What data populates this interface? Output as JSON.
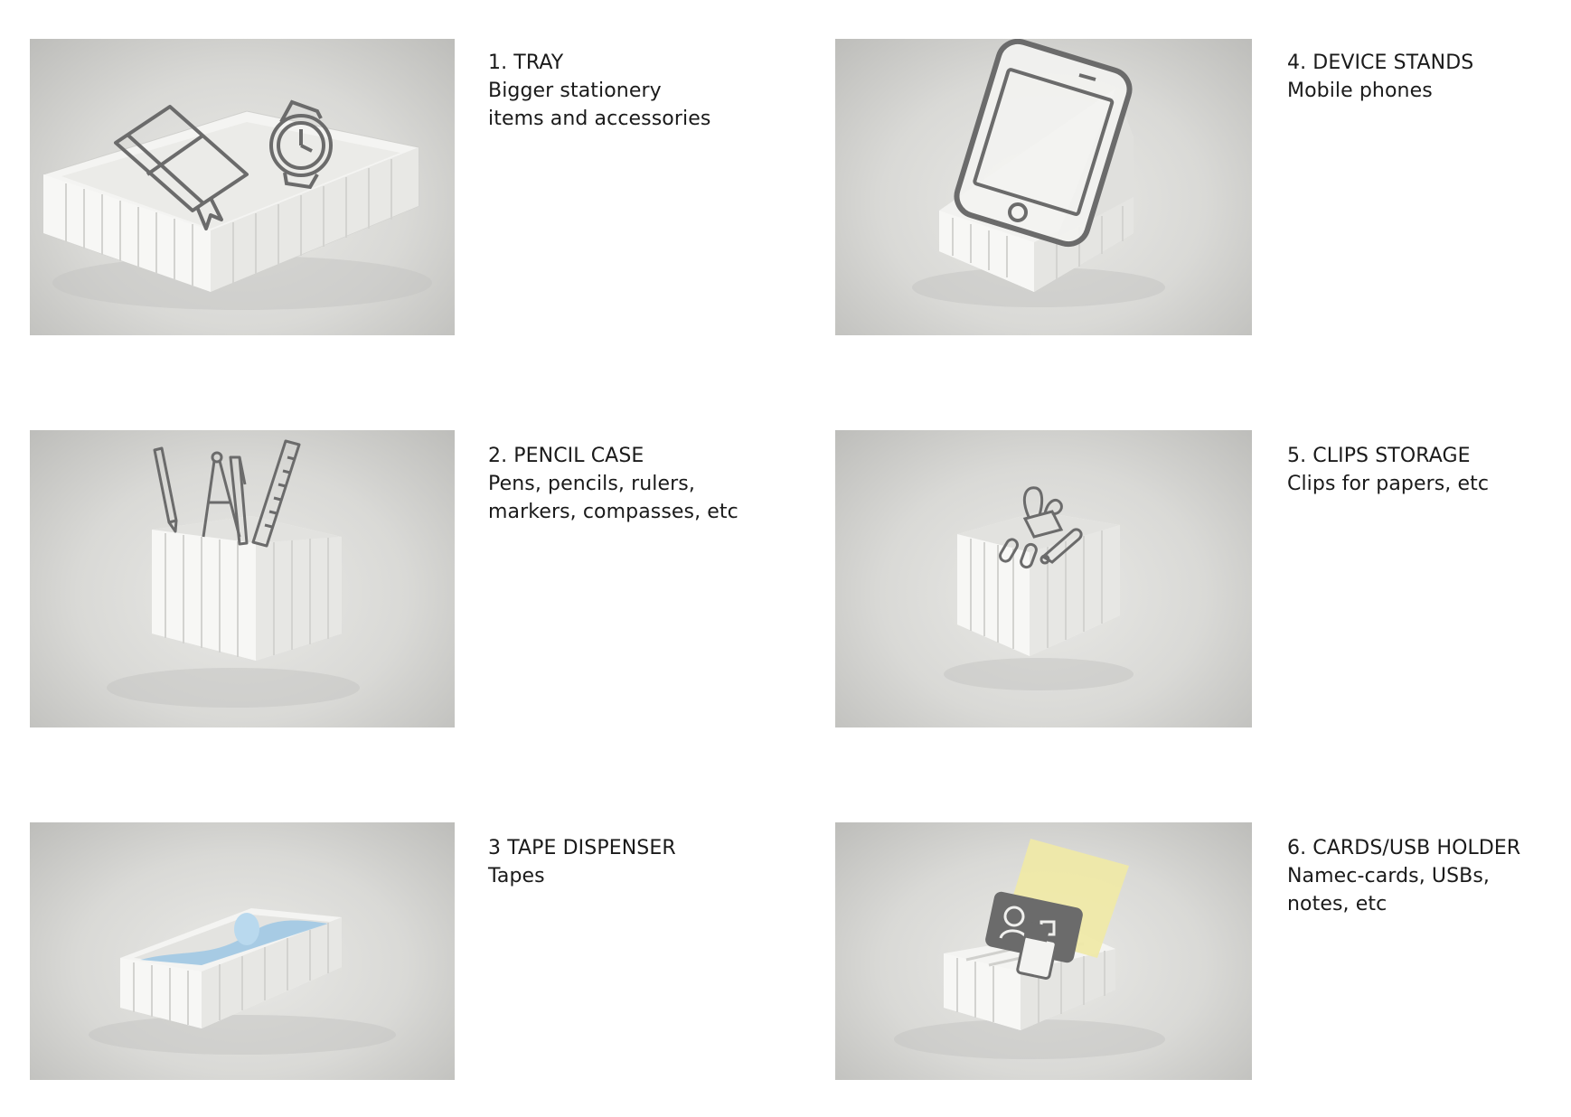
{
  "items": [
    {
      "title": "1. TRAY",
      "lines": [
        "Bigger stationery",
        "items and accessories"
      ]
    },
    {
      "title": "2. PENCIL CASE",
      "lines": [
        "Pens, pencils, rulers,",
        "markers, compasses, etc"
      ]
    },
    {
      "title": "3 TAPE DISPENSER",
      "lines": [
        "Tapes",
        ""
      ]
    },
    {
      "title": "4. DEVICE STANDS",
      "lines": [
        "Mobile phones",
        ""
      ]
    },
    {
      "title": "5. CLIPS STORAGE",
      "lines": [
        "Clips for papers, etc",
        ""
      ]
    },
    {
      "title": "6. CARDS/USB HOLDER",
      "lines": [
        "Namec-cards, USBs,",
        "notes, etc"
      ]
    }
  ],
  "icons": [
    "notebook-icon",
    "watch-icon",
    "pencil-icon",
    "compass-icon",
    "pen-icon",
    "ruler-icon",
    "tape-icon",
    "smartphone-icon",
    "binder-clip-icon",
    "paperclip-icon",
    "safety-pin-icon",
    "id-card-icon",
    "usb-icon",
    "sticky-note-icon"
  ],
  "colors": {
    "icon_stroke": "#6b6b6b",
    "tape_blue": "#9cc7e4",
    "note_yellow": "#efe9a8",
    "background": "#ffffff"
  }
}
